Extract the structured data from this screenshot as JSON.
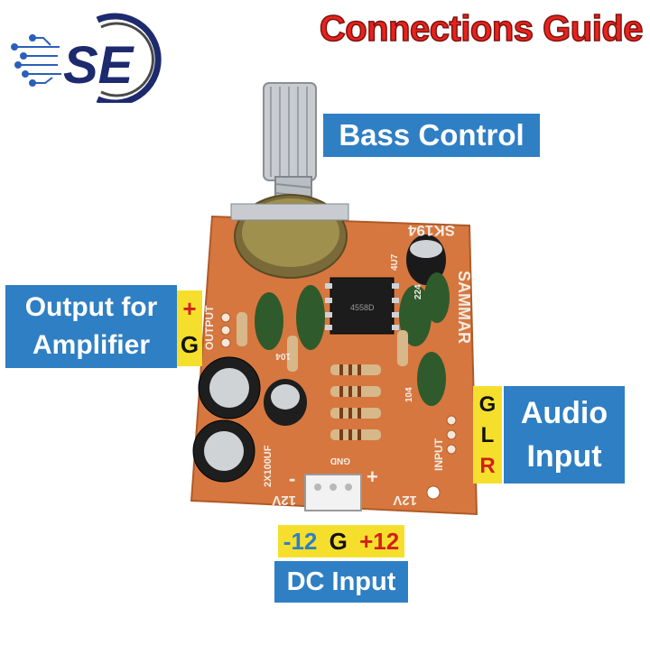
{
  "header": {
    "title": "Connections Guide",
    "logo_text": "SE"
  },
  "labels": {
    "bass": "Bass Control",
    "output_line1": "Output for",
    "output_line2": "Amplifier",
    "output_plus": "+",
    "output_ground": "G",
    "audio_line1": "Audio",
    "audio_line2": "Input",
    "audio_g": "G",
    "audio_l": "L",
    "audio_r": "R",
    "dc_minus": "-12",
    "dc_g": "G",
    "dc_plus": "+12",
    "dc_input": "DC Input"
  },
  "board": {
    "model": "SK194",
    "brand": "SAMMAR",
    "ic_label": "4558D",
    "cap_label": "2X100UF",
    "output_text": "OUTPUT",
    "input_text": "INPUT",
    "gnd_text": "GND",
    "v_left": "12V",
    "v_right": "12V",
    "sign_minus": "-",
    "sign_plus": "+",
    "code_104_top": "104",
    "code_104_right": "104",
    "code_4u7": "4U7",
    "code_224": "224"
  },
  "colors": {
    "label_blue": "#2f7fc4",
    "label_yellow": "#f6df2c",
    "title_red": "#e8221c",
    "pcb_orange": "#d6773f",
    "logo_navy": "#1d2a6e"
  }
}
